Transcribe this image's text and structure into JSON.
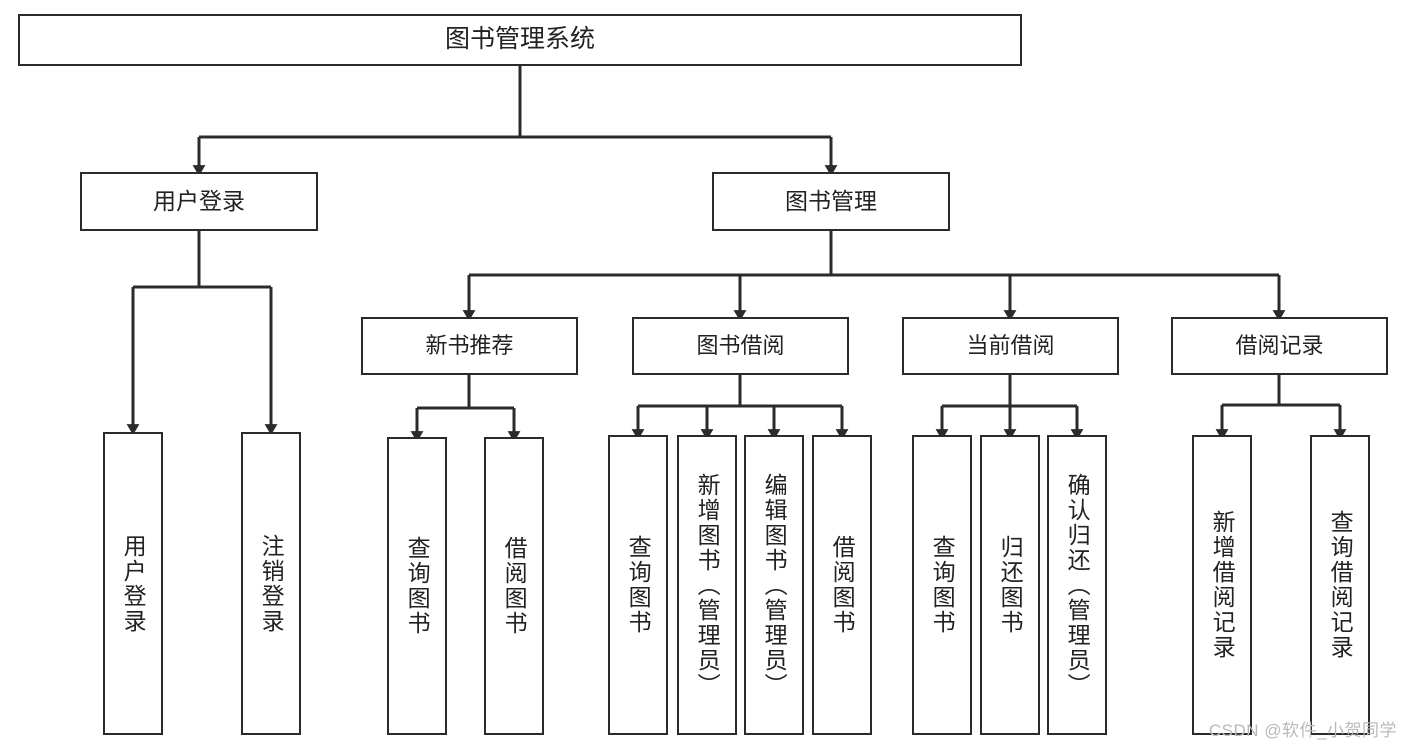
{
  "diagram": {
    "title": "图书管理系统",
    "type": "功能结构图",
    "watermark": "CSDN @软件_小贺同学",
    "colors": {
      "stroke": "#2b2b2b",
      "fill": "#ffffff",
      "text": "#222222",
      "watermark": "#b9b9b9"
    },
    "root": {
      "label": "图书管理系统"
    },
    "level1": [
      {
        "label": "用户登录"
      },
      {
        "label": "图书管理"
      }
    ],
    "level2": [
      {
        "label": "新书推荐"
      },
      {
        "label": "图书借阅"
      },
      {
        "label": "当前借阅"
      },
      {
        "label": "借阅记录"
      }
    ],
    "leaves": {
      "user_login": [
        {
          "label": "用户登录"
        },
        {
          "label": "注销登录"
        }
      ],
      "new_book": [
        {
          "label": "查询图书"
        },
        {
          "label": "借阅图书"
        }
      ],
      "book_borrow": [
        {
          "label": "查询图书"
        },
        {
          "label": "新增图书（管理员）"
        },
        {
          "label": "编辑图书（管理员）"
        },
        {
          "label": "借阅图书"
        }
      ],
      "current_borrow": [
        {
          "label": "查询图书"
        },
        {
          "label": "归还图书"
        },
        {
          "label": "确认归还（管理员）"
        }
      ],
      "borrow_record": [
        {
          "label": "新增借阅记录"
        },
        {
          "label": "查询借阅记录"
        }
      ]
    }
  }
}
